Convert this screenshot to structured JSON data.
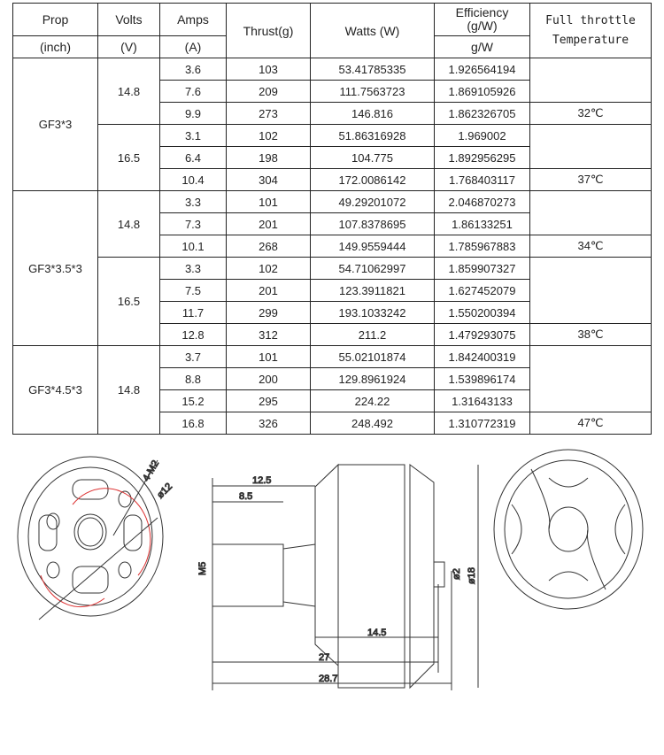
{
  "headers": {
    "prop": "Prop",
    "prop_unit": "(inch)",
    "volts": "Volts",
    "volts_unit": "(V)",
    "amps": "Amps",
    "amps_unit": "(A)",
    "thrust": "Thrust(g)",
    "watts": "Watts (W)",
    "eff": "Efficiency (g/W)",
    "eff_unit": "g/W",
    "temp1": "Full throttle",
    "temp2": "Temperature"
  },
  "groups": [
    {
      "prop": "GF3*3",
      "volts": [
        {
          "v": "14.8",
          "temp": "32℃",
          "rows": [
            [
              "3.6",
              "103",
              "53.41785335",
              "1.926564194"
            ],
            [
              "7.6",
              "209",
              "111.7563723",
              "1.869105926"
            ],
            [
              "9.9",
              "273",
              "146.816",
              "1.862326705"
            ]
          ]
        },
        {
          "v": "16.5",
          "temp": "37℃",
          "rows": [
            [
              "3.1",
              "102",
              "51.86316928",
              "1.969002"
            ],
            [
              "6.4",
              "198",
              "104.775",
              "1.892956295"
            ],
            [
              "10.4",
              "304",
              "172.0086142",
              "1.768403117"
            ]
          ]
        }
      ]
    },
    {
      "prop": "GF3*3.5*3",
      "volts": [
        {
          "v": "14.8",
          "temp": "34℃",
          "rows": [
            [
              "3.3",
              "101",
              "49.29201072",
              "2.046870273"
            ],
            [
              "7.3",
              "201",
              "107.8378695",
              "1.86133251"
            ],
            [
              "10.1",
              "268",
              "149.9559444",
              "1.785967883"
            ]
          ]
        },
        {
          "v": "16.5",
          "temp": "38℃",
          "rows": [
            [
              "3.3",
              "102",
              "54.71062997",
              "1.859907327"
            ],
            [
              "7.5",
              "201",
              "123.3911821",
              "1.627452079"
            ],
            [
              "11.7",
              "299",
              "193.1033242",
              "1.550200394"
            ],
            [
              "12.8",
              "312",
              "211.2",
              "1.479293075"
            ]
          ]
        }
      ]
    },
    {
      "prop": "GF3*4.5*3",
      "volts": [
        {
          "v": "14.8",
          "temp": "47℃",
          "rows": [
            [
              "3.7",
              "101",
              "55.02101874",
              "1.842400319"
            ],
            [
              "8.8",
              "200",
              "129.8961924",
              "1.539896174"
            ],
            [
              "15.2",
              "295",
              "224.22",
              "1.31643133"
            ],
            [
              "16.8",
              "326",
              "248.492",
              "1.310772319"
            ]
          ]
        }
      ]
    }
  ],
  "drawing": {
    "mount_holes": "4-M2",
    "mount_dia": "ø12",
    "dim_12_5": "12.5",
    "dim_8_5": "8.5",
    "shaft": "M5",
    "shaft_tip": "ø2",
    "body_dia": "ø18",
    "dim_14_5": "14.5",
    "dim_27": "27",
    "dim_28_7": "28.7"
  }
}
